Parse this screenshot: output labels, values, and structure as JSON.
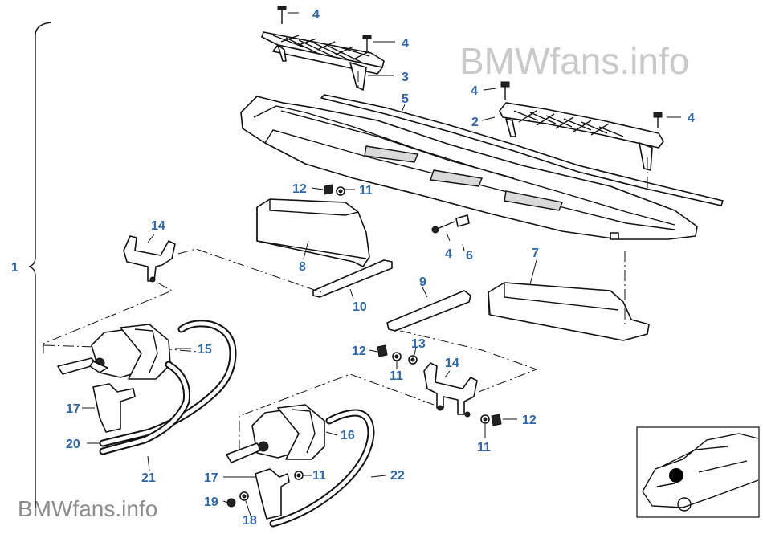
{
  "watermark_top": "BMWfans.info",
  "watermark_bottom": "BMWfans.info",
  "callouts": {
    "c1": "1",
    "c2": "2",
    "c3": "3",
    "c4a": "4",
    "c4b": "4",
    "c4c": "4",
    "c4d": "4",
    "c4e": "4",
    "c5": "5",
    "c6": "6",
    "c7": "7",
    "c8": "8",
    "c9": "9",
    "c10": "10",
    "c11a": "11",
    "c11b": "11",
    "c11c": "11",
    "c11d": "11",
    "c12a": "12",
    "c12b": "12",
    "c12c": "12",
    "c13": "13",
    "c14a": "14",
    "c14b": "14",
    "c15": "15",
    "c16": "16",
    "c17a": "17",
    "c17b": "17",
    "c18": "18",
    "c19": "19",
    "c20": "20",
    "c21": "21",
    "c22": "22"
  },
  "thumbnail": {
    "icon": "car-location-icon",
    "marker_color": "#000000"
  },
  "colors": {
    "callout": "#2f66a8",
    "line_art": "#111111",
    "watermark": "#c9c9c9"
  }
}
